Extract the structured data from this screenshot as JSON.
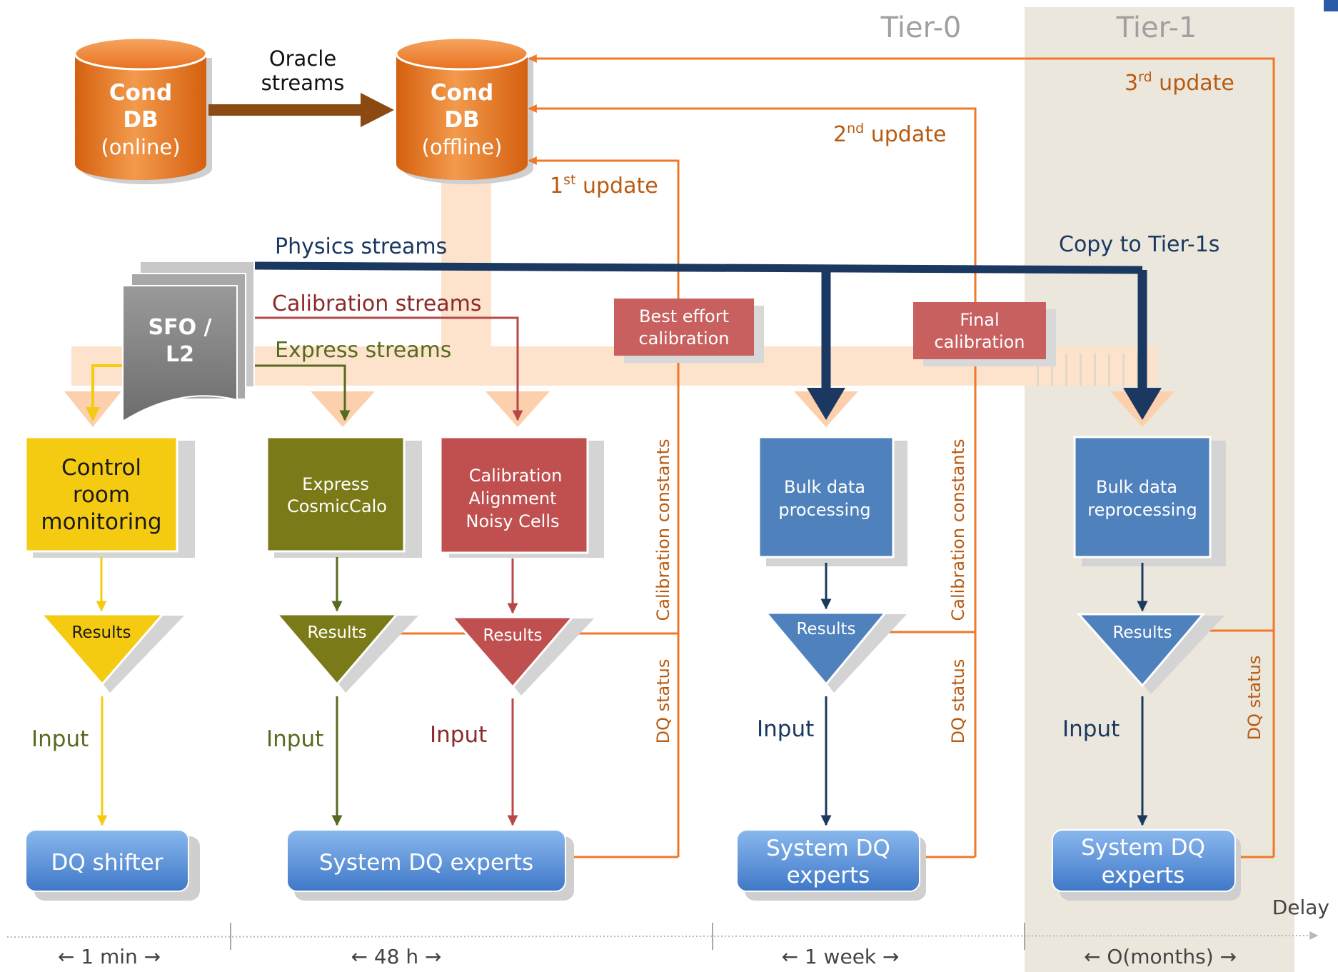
{
  "tiers": {
    "tier0": "Tier-0",
    "tier1": "Tier-1"
  },
  "databases": {
    "online": [
      "Cond",
      "DB",
      "(online)"
    ],
    "offline": [
      "Cond",
      "DB",
      "(offline)"
    ],
    "link_label": [
      "Oracle",
      "streams"
    ]
  },
  "updates": {
    "first": {
      "num": "1",
      "sup": "st",
      "text": " update"
    },
    "second": {
      "num": "2",
      "sup": "nd",
      "text": " update"
    },
    "third": {
      "num": "3",
      "sup": "rd",
      "text": " update"
    }
  },
  "streams": {
    "physics": "Physics streams",
    "calibration": "Calibration streams",
    "express": "Express streams",
    "copy": "Copy to Tier-1s"
  },
  "sfo": [
    "SFO /",
    "L2"
  ],
  "calibration_steps": {
    "best_effort": [
      "Best effort",
      "calibration"
    ],
    "final": [
      "Final",
      "calibration"
    ]
  },
  "processes": [
    {
      "id": "control",
      "lines": [
        "Control",
        "room",
        "monitoring"
      ],
      "color": "#f5cb12"
    },
    {
      "id": "express",
      "lines": [
        "Express",
        "CosmicCalo"
      ],
      "color": "#7a7a18"
    },
    {
      "id": "calib",
      "lines": [
        "Calibration",
        "Alignment",
        "Noisy Cells"
      ],
      "color": "#c05050"
    },
    {
      "id": "bulk",
      "lines": [
        "Bulk data",
        "processing"
      ],
      "color": "#4f81bd"
    },
    {
      "id": "reproc",
      "lines": [
        "Bulk data",
        "reprocessing"
      ],
      "color": "#4f81bd"
    }
  ],
  "results_label": "Results",
  "input_label": "Input",
  "vertical_labels": {
    "calib_constants": "Calibration constants",
    "dq_status": "DQ status"
  },
  "consumers": {
    "shifter": [
      "DQ shifter"
    ],
    "experts1": [
      "System DQ experts"
    ],
    "experts2": [
      "System DQ",
      "experts"
    ],
    "experts3": [
      "System DQ",
      "experts"
    ]
  },
  "timeline": {
    "delay": "Delay",
    "periods": [
      "← 1 min →",
      "← 48 h →",
      "← 1 week →",
      "← O(months) →"
    ]
  },
  "colors": {
    "orange": "#f07828",
    "navy": "#1a3860",
    "yellow": "#f5cb12",
    "olive": "#7a7a18",
    "red": "#c05050",
    "blue": "#4f81bd",
    "tier1_bg": "#ebe7dc",
    "db": "#e8731f"
  }
}
